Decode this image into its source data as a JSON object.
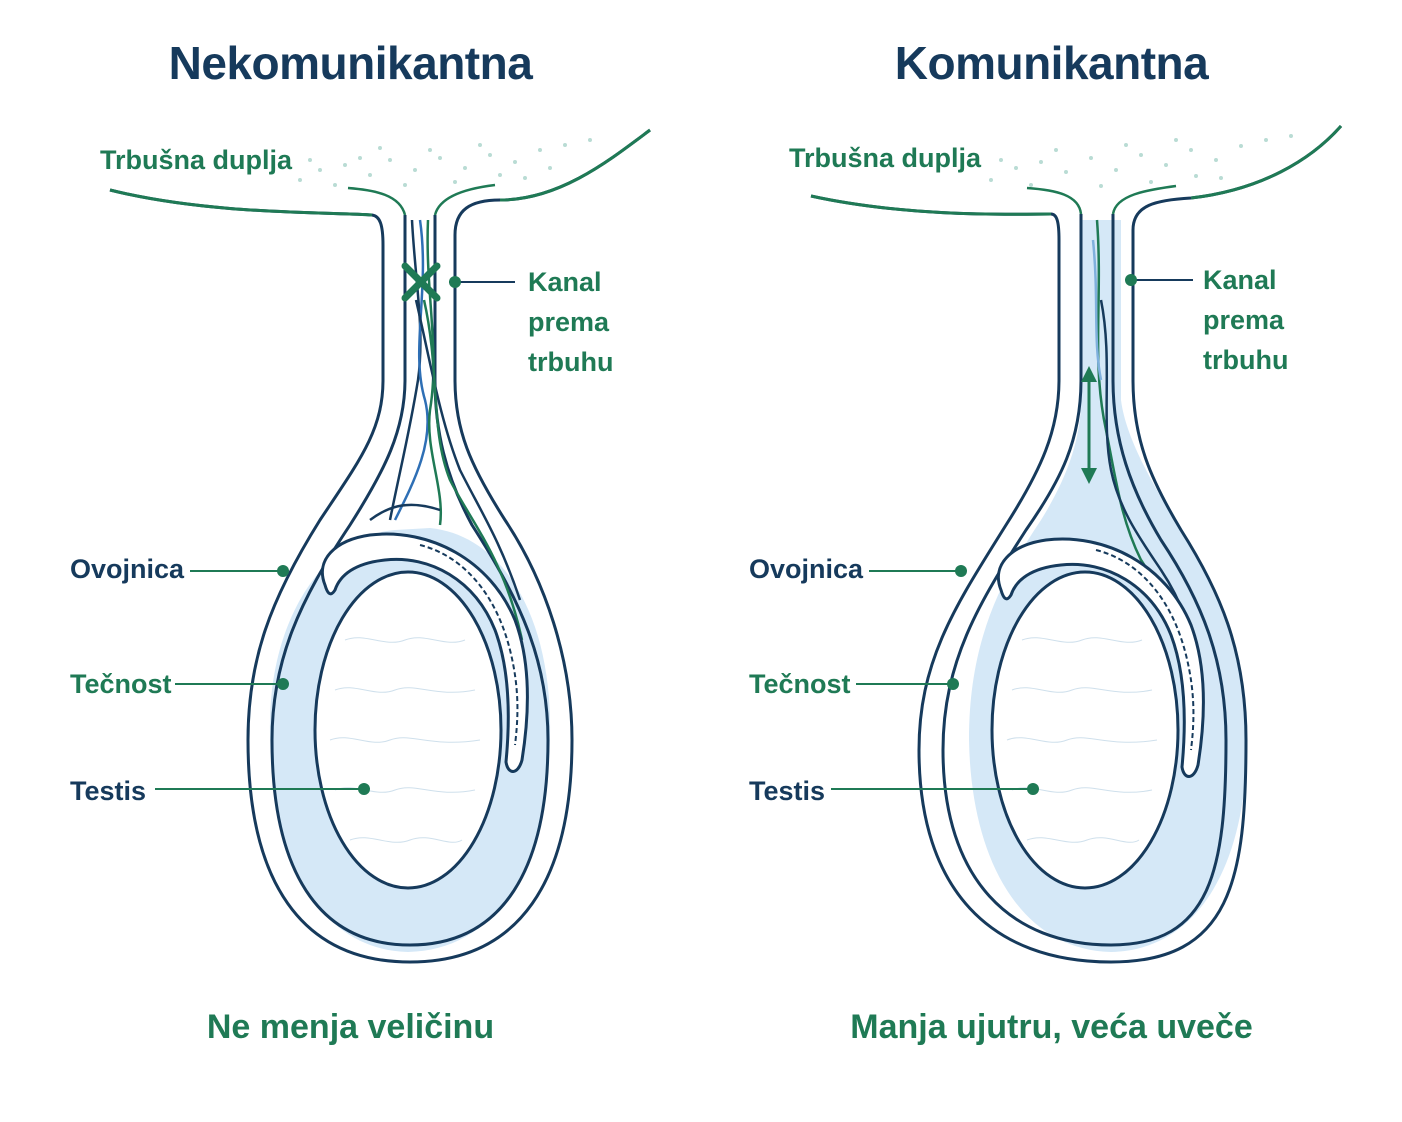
{
  "colors": {
    "navy": "#163a5c",
    "green": "#1f7a55",
    "fluid": "#d5e8f7",
    "blue": "#2e6fb5"
  },
  "left": {
    "title": "Nekomunikantna",
    "caption": "Ne menja veličinu",
    "labels": {
      "cavity": "Trbušna duplja",
      "canal": "Kanal prema trbuhu",
      "sheath": "Ovojnica",
      "fluid": "Tečnost",
      "testis": "Testis"
    },
    "blocked_marker_icon": "x-mark-icon"
  },
  "right": {
    "title": "Komunikantna",
    "caption": "Manja ujutru, veća uveče",
    "labels": {
      "cavity": "Trbušna duplja",
      "canal": "Kanal prema trbuhu",
      "sheath": "Ovojnica",
      "fluid": "Tečnost",
      "testis": "Testis"
    },
    "flow_marker_icon": "double-arrow-icon"
  }
}
